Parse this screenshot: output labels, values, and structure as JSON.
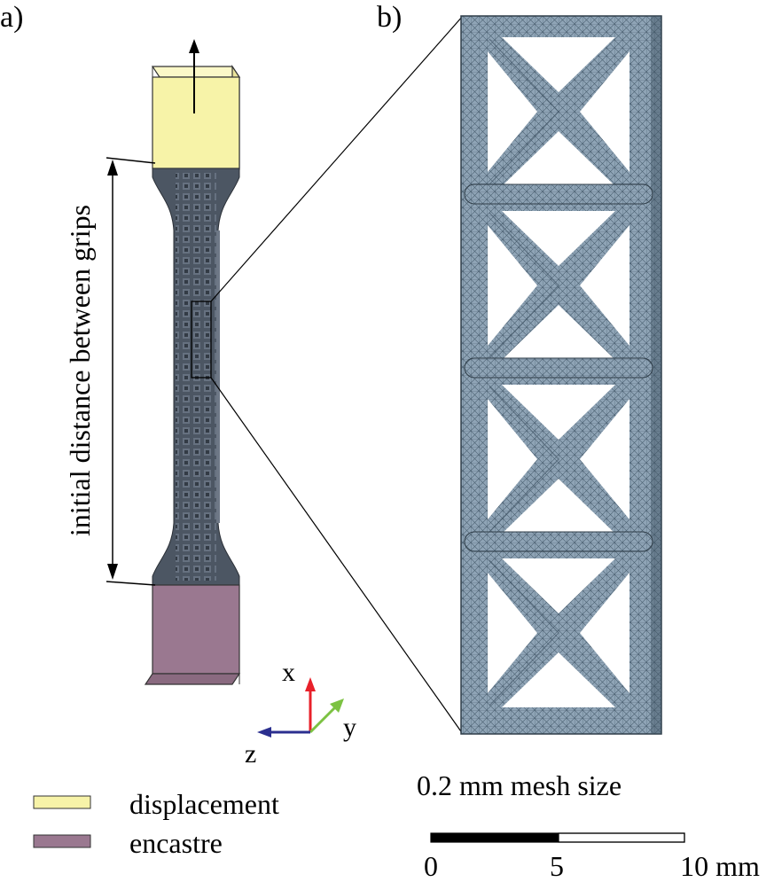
{
  "panels": {
    "a": {
      "label": "a)"
    },
    "b": {
      "label": "b)"
    }
  },
  "annotations": {
    "grip_distance": "initial distance between grips"
  },
  "axes_triad": {
    "x": "x",
    "y": "y",
    "z": "z",
    "colors": {
      "x": "#e8202a",
      "y": "#7cc242",
      "z": "#2b2f8f"
    }
  },
  "legend": {
    "items": [
      {
        "label": "displacement",
        "color": "#f7f3a8"
      },
      {
        "label": "encastre",
        "color": "#9a7890"
      }
    ]
  },
  "mesh": {
    "caption": "0.2 mm mesh size"
  },
  "scale_bar": {
    "ticks": [
      "0",
      "5",
      "10 mm"
    ]
  },
  "colors": {
    "specimen": "#4c5663",
    "mesh_fill": "#8fa4b6",
    "mesh_dark": "#3c5060"
  }
}
